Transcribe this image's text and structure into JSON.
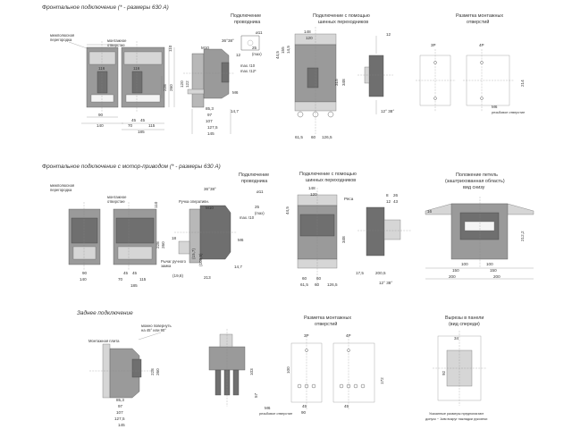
{
  "sections": {
    "front": "Фронтальное подключение (* - размеры 630 А)",
    "motor": "Фронтальное подключение с мотор-приводом (* - размеры 630 А)",
    "rear": "Заднее подключение"
  },
  "captions": {
    "conductor_l1": "Подключение",
    "conductor_l2": "проводника",
    "busbar_l1": "Подключение с помощью",
    "busbar_l2": "шинных переходников",
    "mounting_l1": "Разметка монтажных",
    "mounting_l2": "отверстий",
    "handle_l1": "Положение петель",
    "handle_l2": "(заштрихованная область)",
    "handle_l3": "вид снизу",
    "panel_l1": "Вырезы в панели",
    "panel_l2": "(вид спереди)"
  },
  "labels": {
    "phase_barrier_l1": "межполюсная",
    "phase_barrier_l2": "перегородка",
    "mount_hole_l1": "монтажное",
    "mount_hole_l2": "отверстие",
    "handle_l1": "Ручка оперативн.",
    "lock_l1": "Рычаг ручного",
    "lock_l2": "замка",
    "handle_rot_l1": "можно повернуть",
    "handle_rot_l2": "на 45° или 90°",
    "plate": "Монтажная плита",
    "threaded_hole": "резьбовое отверстие",
    "threaded_hole2": "резьбовое отверстие",
    "note_l1": "Указанные размеры предполагают",
    "note_l2": "допуск ~ 1мм вокруг накладки рукоятки",
    "3p": "3P",
    "4p": "4P",
    "3p_b": "3P",
    "4p_b": "4P"
  },
  "dims": {
    "d90": "90",
    "d140": "140",
    "d45": "45",
    "d45b": "45",
    "d70": "70",
    "d115": "115",
    "d185": "185",
    "d116": "116",
    "d116b": "116",
    "d110": "110",
    "d228": "228",
    "d260": "260",
    "d120": "120",
    "d122": "122",
    "d36": "36°38°",
    "m10": "M10",
    "m6": "M6",
    "d11": "ø11",
    "d12": "12",
    "d25": "25",
    "dmax": "(max)",
    "dmax10": "max. t10",
    "dmax12": "max. t12*",
    "d85": "85,3",
    "d97": "97",
    "d107": "107",
    "d127": "127,5",
    "d145": "145",
    "d147": "14,7",
    "d148": "148",
    "d120b": "120",
    "d155": "155",
    "d145b": "14,5",
    "d45c": "44,5",
    "d348": "348",
    "d315": "315",
    "d615": "61,5",
    "d60": "60",
    "d1265": "126,5",
    "d12b": "12",
    "d38": "12° 38°",
    "d214": "214",
    "d45r": "45",
    "d45r2": "45",
    "d150": "150",
    "d150b": "150",
    "d200": "200",
    "d200b": "200",
    "d100": "100",
    "d100b": "100",
    "d212": "212,2",
    "d16": "16",
    "d18": "18",
    "d198": "(19,8)",
    "d213": "213",
    "d1095": "(109,5)",
    "d1575": "(15,7)",
    "d2005": "200,5",
    "d175": "17,5",
    "d8": "8",
    "d26": "26",
    "d43": "43",
    "dpass": "Ряса",
    "d60b": "60",
    "d60c": "60",
    "d97b": "97",
    "d107b": "107",
    "d1275": "127,5",
    "d16b": "16",
    "d100r": "100",
    "d103": "103",
    "d57": "57",
    "d172": "172",
    "d34": "34",
    "d90r": "90",
    "d92": "92"
  }
}
